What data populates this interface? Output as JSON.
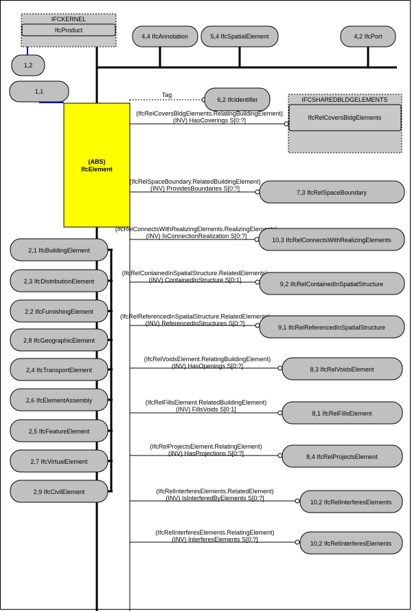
{
  "kernel_schema": {
    "title": "IFCKERNEL",
    "entity": "IfcProduct"
  },
  "shared_schema": {
    "title": "IFCSHAREDBLDGELEMENTS",
    "entity": "IfcRelCoversBldgElements"
  },
  "main_entity": {
    "abs": "(ABS)",
    "name": "IfcElement"
  },
  "page_refs": {
    "ref_a": "1,2",
    "ref_b": "1,1"
  },
  "top_nodes": [
    {
      "label": "4,4 IfcAnnotation"
    },
    {
      "label": "5,4 IfcSpatialElement"
    },
    {
      "label": "4,2 IfcPort"
    }
  ],
  "tag": {
    "label": "Tag",
    "target": "6,2 IfcIdentifier"
  },
  "subtypes": [
    {
      "label": "2,1 IfcBuildingElement"
    },
    {
      "label": "2,3 IfcDistributionElement"
    },
    {
      "label": "2,2 IfcFurnishingElement"
    },
    {
      "label": "2,8 IfcGeographicElement"
    },
    {
      "label": "2,4 IfcTransportElement"
    },
    {
      "label": "2,6 IfcElementAssembly"
    },
    {
      "label": "2,5 IfcFeatureElement"
    },
    {
      "label": "2,7 IfcVirtualElement"
    },
    {
      "label": "2,9 IfcCivilElement"
    }
  ],
  "relations": [
    {
      "line1": "(IfcRelCoversBldgElements.RelatingBuildingElement)",
      "line2": "(INV) HasCoverings S[0:?]",
      "target": "IfcRelCoversBldgElements"
    },
    {
      "line1": "(IfcRelSpaceBoundary.RelatedBuildingElement)",
      "line2": "(INV) ProvidesBoundaries S[0:?]",
      "target": "7,3 IfcRelSpaceBoundary"
    },
    {
      "line1": "(IfcRelConnectsWithRealizingElements.RealizingElements)",
      "line2": "(INV) IsConnectionRealization S[0:?]",
      "target": "10,3 IfcRelConnectsWithRealizingElements"
    },
    {
      "line1": "(IfcRelContainedInSpatialStructure.RelatedElements)",
      "line2": "(INV) ContainedInStructure S[0:1]",
      "target": "9,2 IfcRelContainedInSpatialStructure"
    },
    {
      "line1": "(IfcRelReferencedInSpatialStructure.RelatedElements)",
      "line2": "(INV) ReferencedInStructures S[0:?]",
      "target": "9,1 IfcRelReferencedInSpatialStructure"
    },
    {
      "line1": "(IfcRelVoidsElement.RelatingBuildingElement)",
      "line2": "(INV) HasOpenings S[0:?]",
      "target": "8,3 IfcRelVoidsElement"
    },
    {
      "line1": "(IfcRelFillsElement.RelatedBuildingElement)",
      "line2": "(INV) FillsVoids S[0:1]",
      "target": "8,1 IfcRelFillsElement"
    },
    {
      "line1": "(IfcRelProjectsElement.RelatingElement)",
      "line2": "(INV) HasProjections S[0:?]",
      "target": "8,4 IfcRelProjectsElement"
    },
    {
      "line1": "(IfcRelInterferesElements.RelatedElement)",
      "line2": "(INV) IsInterferedByElements S[0:?]",
      "target": "10,2 IfcRelInterferesElements"
    },
    {
      "line1": "(IfcRelInterferesElements.RelatingElement)",
      "line2": "(INV) InterferesElements S[0:?]",
      "target": "10,2 IfcRelInterferesElements"
    }
  ]
}
